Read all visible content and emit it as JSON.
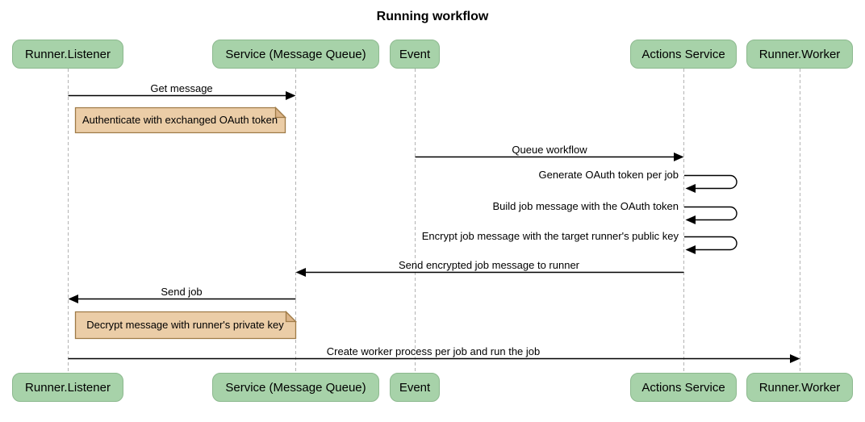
{
  "title": "Running workflow",
  "participants": [
    {
      "id": "runner-listener",
      "label": "Runner.Listener"
    },
    {
      "id": "service-message-queue",
      "label": "Service (Message Queue)"
    },
    {
      "id": "event",
      "label": "Event"
    },
    {
      "id": "actions-service",
      "label": "Actions Service"
    },
    {
      "id": "runner-worker",
      "label": "Runner.Worker"
    }
  ],
  "messages": [
    {
      "from": "Runner.Listener",
      "to": "Service (Message Queue)",
      "type": "arrow",
      "label": "Get message"
    },
    {
      "from": "Event",
      "to": "Actions Service",
      "type": "arrow",
      "label": "Queue workflow"
    },
    {
      "from": "Actions Service",
      "to": "Actions Service",
      "type": "self",
      "label": "Generate OAuth token per job"
    },
    {
      "from": "Actions Service",
      "to": "Actions Service",
      "type": "self",
      "label": "Build job message with the OAuth token"
    },
    {
      "from": "Actions Service",
      "to": "Actions Service",
      "type": "self",
      "label": "Encrypt job message with the target runner's public key"
    },
    {
      "from": "Actions Service",
      "to": "Service (Message Queue)",
      "type": "arrow",
      "label": "Send encrypted job message to runner"
    },
    {
      "from": "Service (Message Queue)",
      "to": "Runner.Listener",
      "type": "arrow",
      "label": "Send job"
    },
    {
      "from": "Runner.Listener",
      "to": "Runner.Worker",
      "type": "arrow",
      "label": "Create worker process per job and run the job"
    }
  ],
  "notes": [
    {
      "over": "Runner.Listener",
      "text": "Authenticate with exchanged OAuth token"
    },
    {
      "over": "Runner.Listener",
      "text": "Decrypt message with runner's private key"
    }
  ],
  "colors": {
    "participant_fill": "#a7d2a9",
    "participant_border": "#8cb98e",
    "note_fill": "#ebcda7",
    "note_border": "#9f7b47",
    "note_fold": "#dbb488",
    "lifeline": "#b3b3b3",
    "arrow": "#000000",
    "background": "#ffffff"
  }
}
